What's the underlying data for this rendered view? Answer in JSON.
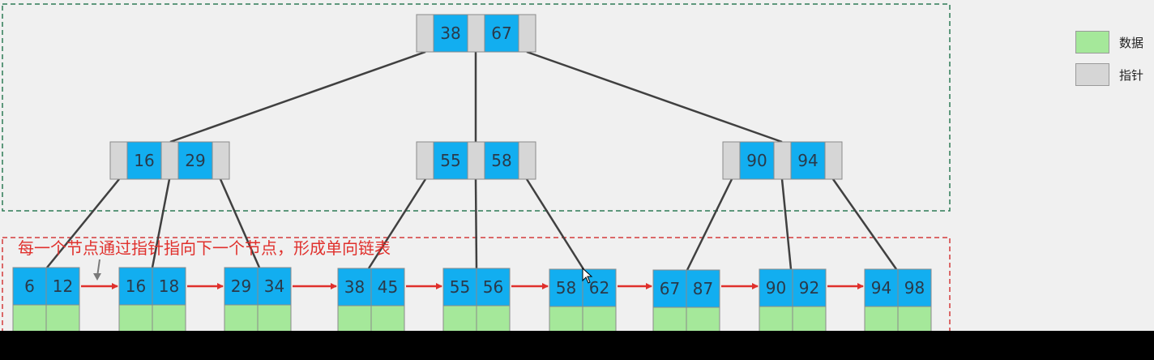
{
  "colors": {
    "data": "#a5e89a",
    "pointer": "#d6d6d6",
    "key": "#12aef0",
    "edge": "#404040",
    "link": "#e0302c",
    "upper_border": "#2d7a55",
    "lower_border": "#d43a3a"
  },
  "legend": {
    "data_label": "数据",
    "pointer_label": "指针"
  },
  "caption": "每一个节点通过指针指向下一个节点，形成单向链表",
  "tree": {
    "root": [
      "38",
      "67"
    ],
    "internal": [
      [
        "16",
        "29"
      ],
      [
        "55",
        "58"
      ],
      [
        "90",
        "94"
      ]
    ],
    "leaves": [
      [
        "6",
        "12"
      ],
      [
        "16",
        "18"
      ],
      [
        "29",
        "34"
      ],
      [
        "38",
        "45"
      ],
      [
        "55",
        "56"
      ],
      [
        "58",
        "62"
      ],
      [
        "67",
        "87"
      ],
      [
        "90",
        "92"
      ],
      [
        "94",
        "98"
      ]
    ]
  }
}
